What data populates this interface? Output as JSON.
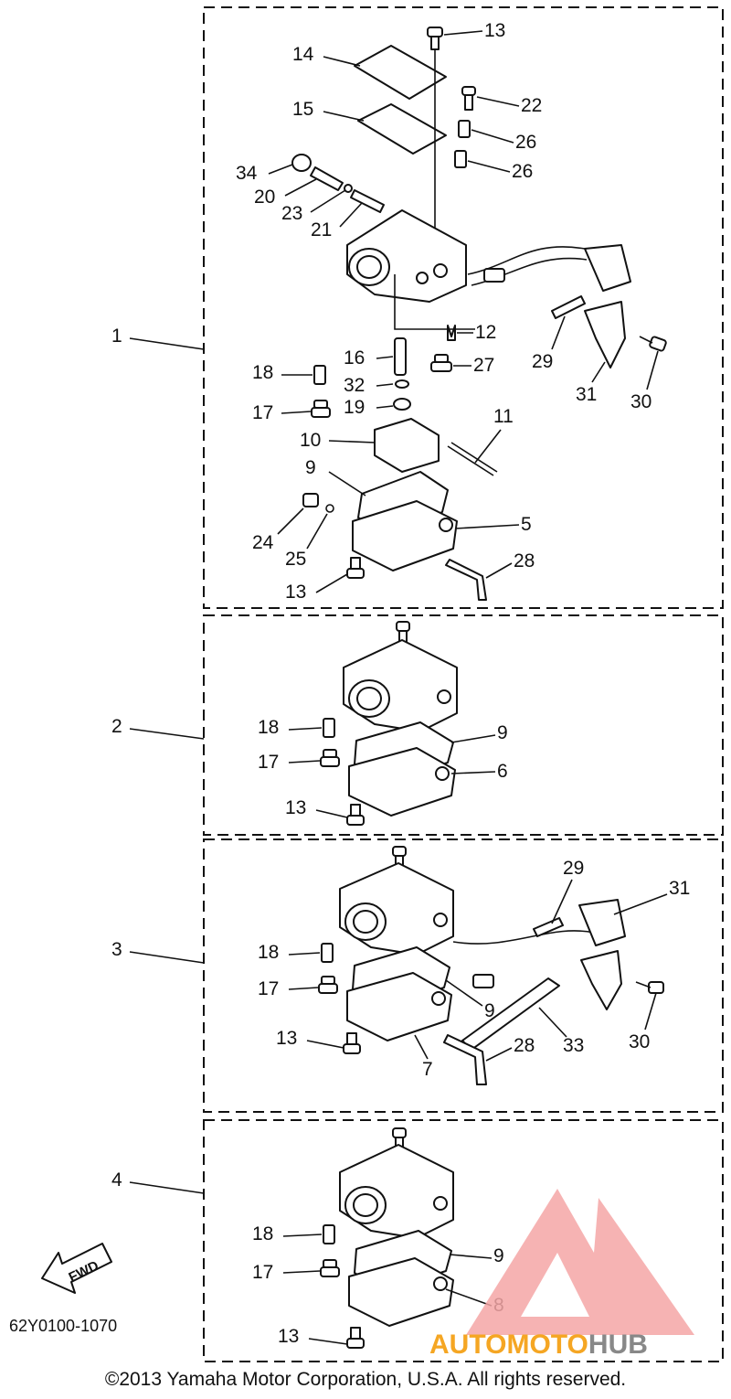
{
  "drawing_code": "62Y0100-1070",
  "copyright": "©2013 Yamaha Motor Corporation, U.S.A. All rights reserved.",
  "fwd_label": "FWD",
  "watermark": {
    "text_a": "AUTOMOTO",
    "text_b": "HUB",
    "color_a": "#f5a623",
    "color_b": "#888888",
    "logo_color": "#f4a6a6"
  },
  "groups": [
    {
      "label": "1",
      "callouts": [
        "13",
        "14",
        "22",
        "15",
        "26",
        "26",
        "34",
        "20",
        "23",
        "21",
        "12",
        "29",
        "16",
        "18",
        "27",
        "32",
        "31",
        "30",
        "17",
        "19",
        "10",
        "11",
        "9",
        "5",
        "24",
        "25",
        "28",
        "13"
      ]
    },
    {
      "label": "2",
      "callouts": [
        "18",
        "9",
        "17",
        "6",
        "13"
      ]
    },
    {
      "label": "3",
      "callouts": [
        "29",
        "31",
        "18",
        "17",
        "9",
        "13",
        "30",
        "33",
        "28",
        "7"
      ]
    },
    {
      "label": "4",
      "callouts": [
        "18",
        "9",
        "17",
        "8",
        "13"
      ]
    }
  ]
}
